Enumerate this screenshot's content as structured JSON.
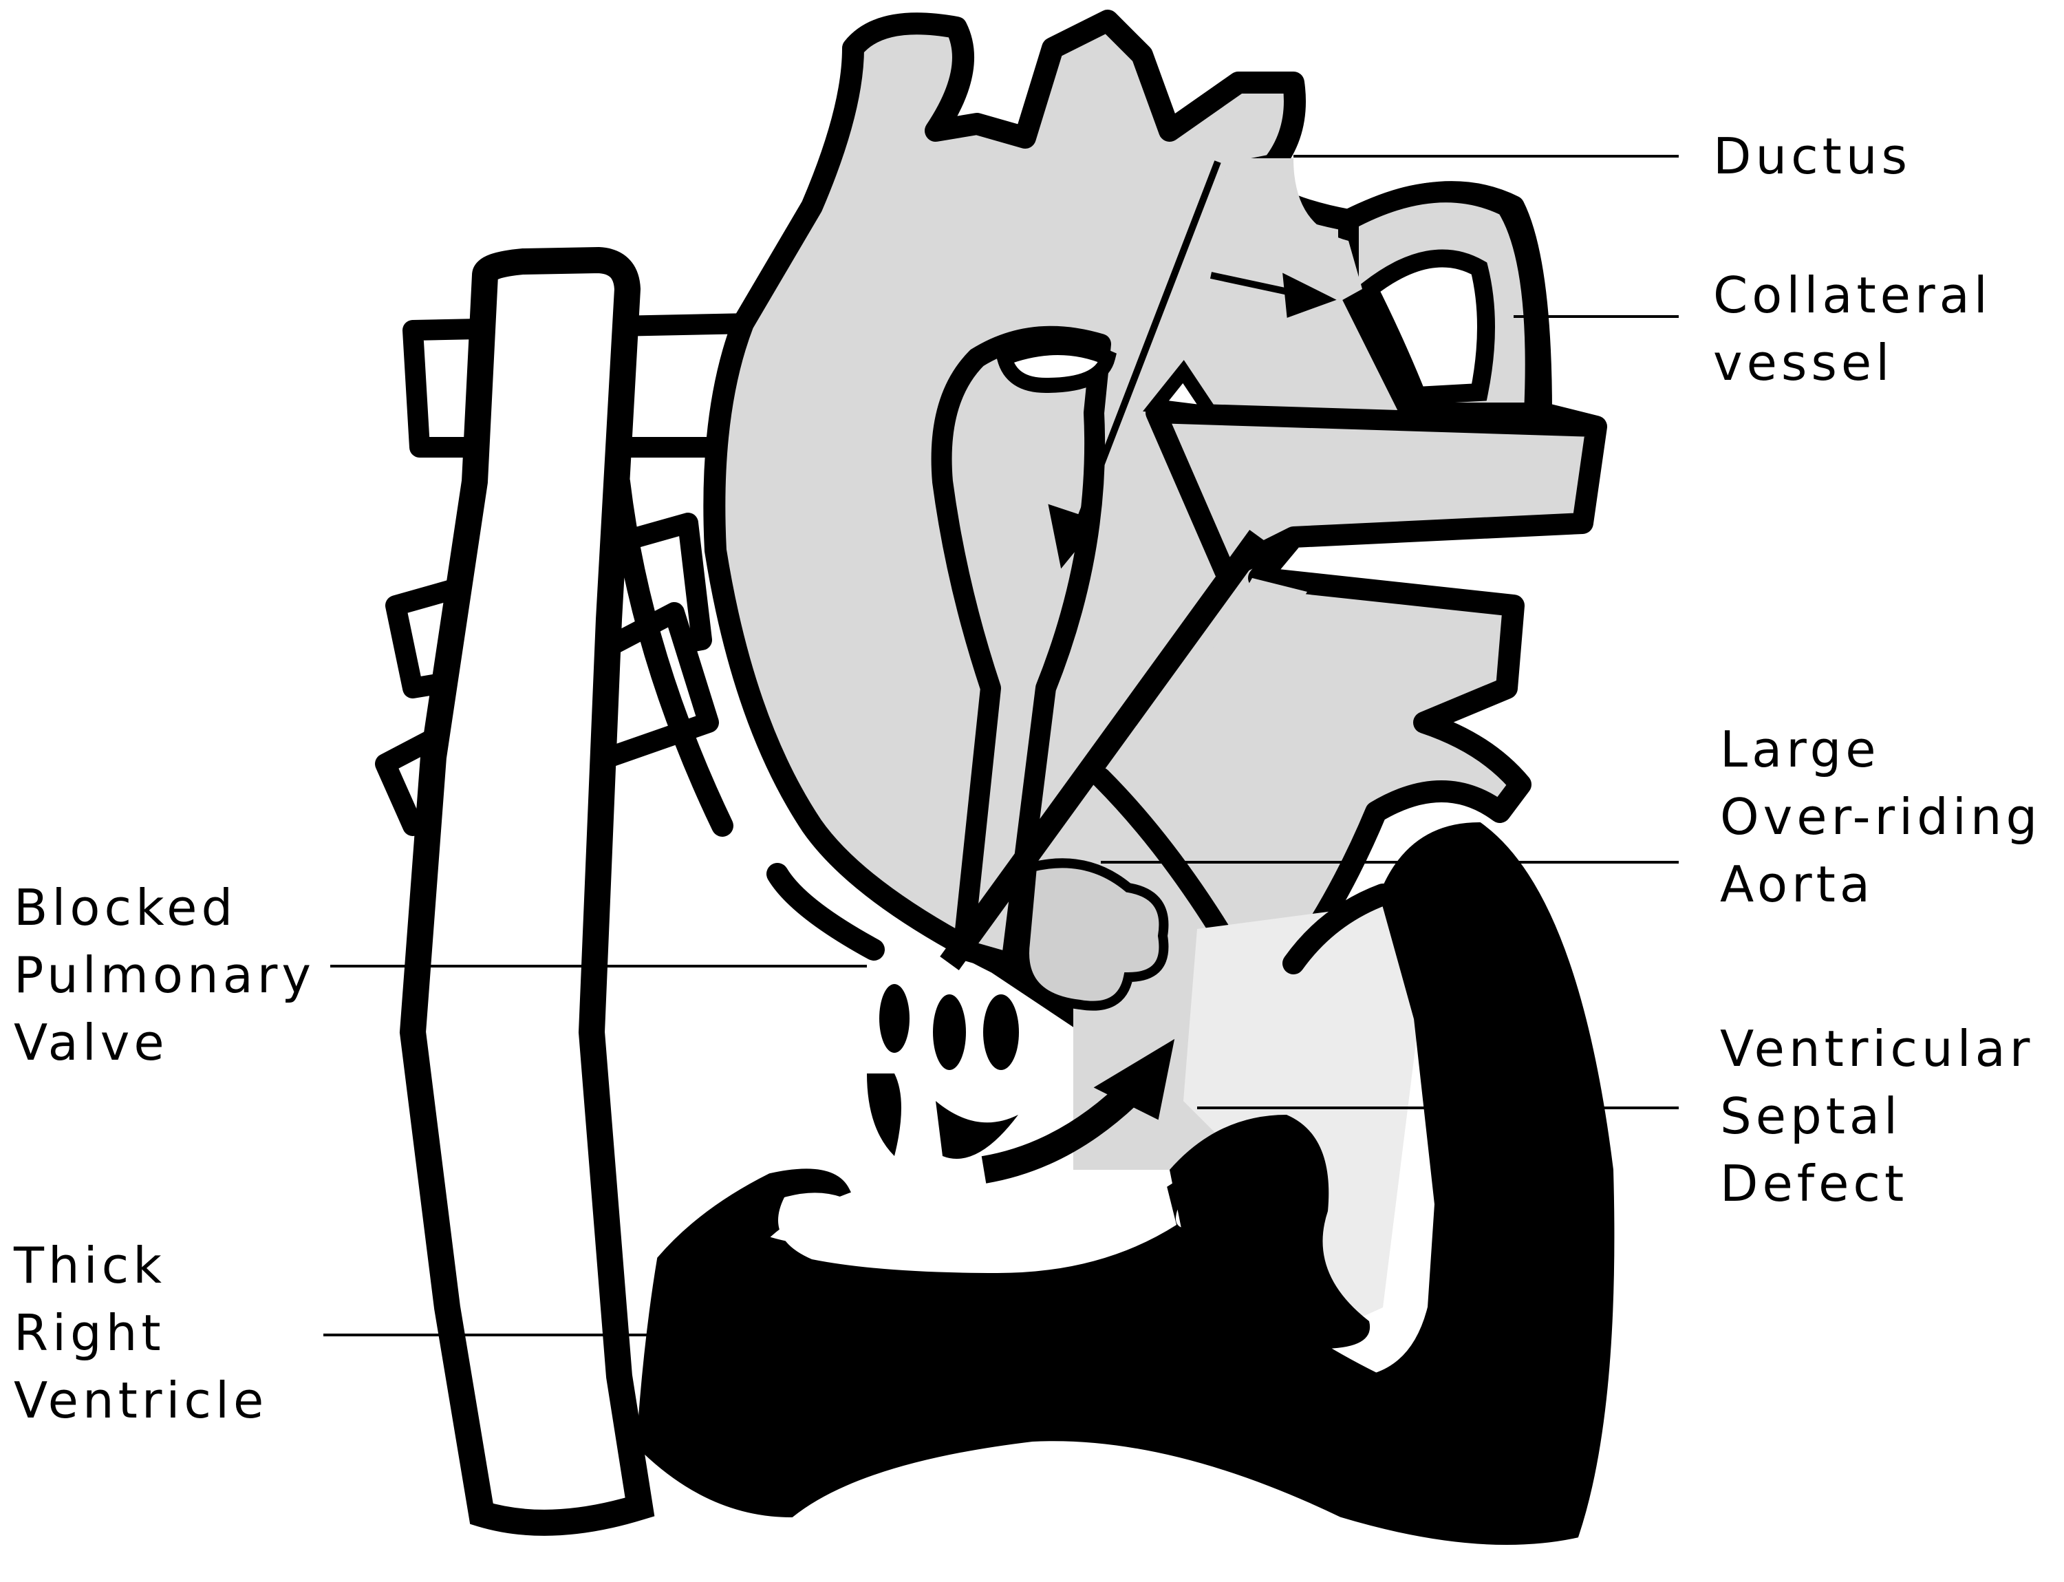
{
  "colors": {
    "outline": "#000000",
    "vessel_fill": "#d9d9d9",
    "background": "#ffffff",
    "muscle": "#000000"
  },
  "labels": {
    "ductus": [
      "Ductus"
    ],
    "collateral": [
      "Collateral",
      "vessel"
    ],
    "aorta": [
      "Large",
      "Over-riding",
      "Aorta"
    ],
    "vsd": [
      "Ventricular",
      "Septal",
      "Defect"
    ],
    "valve": [
      "Blocked",
      "Pulmonary",
      "Valve"
    ],
    "rv": [
      "Thick",
      "Right",
      "Ventricle"
    ]
  }
}
